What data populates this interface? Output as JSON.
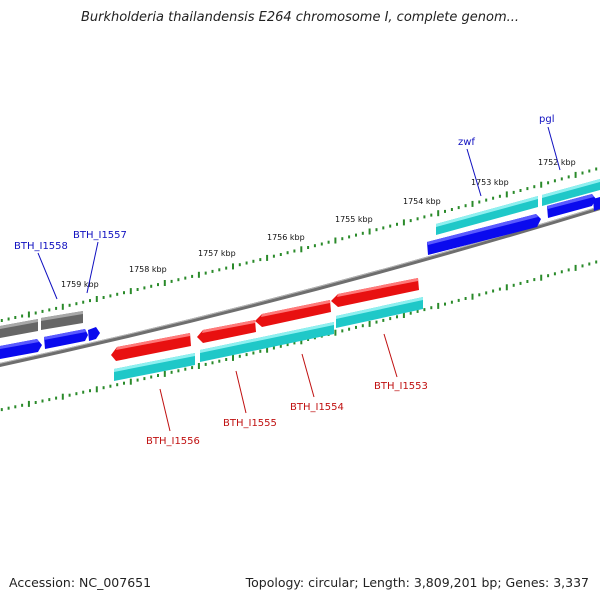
{
  "title": "Burkholderia thailandensis E264 chromosome I, complete genom...",
  "footer": {
    "accession": "Accession: NC_007651",
    "summary": "Topology: circular; Length: 3,809,201 bp; Genes: 3,337"
  },
  "colors": {
    "backbone": "#7a7a7a",
    "forward_gene": "#0a0aee",
    "reverse_gene": "#e81010",
    "cds": "#1fc8c8",
    "pseudo_gene": "#666666",
    "tick": "#2a8a2a",
    "label_forward": "#1010c0",
    "label_reverse": "#c01010"
  },
  "tick_labels": [
    "1752 kbp",
    "1753 kbp",
    "1754 kbp",
    "1755 kbp",
    "1756 kbp",
    "1757 kbp",
    "1758 kbp",
    "1759 kbp"
  ],
  "gene_labels": {
    "pgl": "pgl",
    "zwf": "zwf",
    "bth_i1557": "BTH_I1557",
    "bth_i1558": "BTH_I1558",
    "bth_i1553": "BTH_I1553",
    "bth_i1554": "BTH_I1554",
    "bth_i1555": "BTH_I1555",
    "bth_i1556": "BTH_I1556"
  }
}
